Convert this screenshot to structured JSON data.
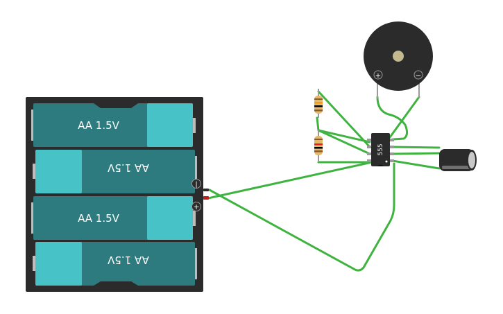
{
  "canvas": {
    "title": "Circuit workspace",
    "background": "#ffffff"
  },
  "battery_pack": {
    "cells": [
      {
        "label": "AA 1.5V",
        "orientation": "normal"
      },
      {
        "label": "AA 1.5V",
        "orientation": "flipped"
      },
      {
        "label": "AA 1.5V",
        "orientation": "normal"
      },
      {
        "label": "AA 1.5V",
        "orientation": "flipped"
      }
    ],
    "terminal_negative_symbol": "−",
    "terminal_positive_symbol": "+",
    "colors": {
      "holder": "#2b2b2b",
      "cell_body": "#2e7b7f",
      "cell_cap": "#47c2c6"
    }
  },
  "ic": {
    "label": "555",
    "color": "#2b2b2b"
  },
  "buzzer": {
    "plus_symbol": "+",
    "minus_symbol": "−",
    "color": "#2b2b2b",
    "center_color": "#c2b98e"
  },
  "resistors": [
    {
      "bands": [
        "#8b5a2b",
        "#000000",
        "#f39c12",
        "#8b5a2b"
      ]
    },
    {
      "bands": [
        "#8b5a2b",
        "#000000",
        "#e51c1c",
        "#8b5a2b"
      ]
    }
  ],
  "capacitor": {
    "color": "#2b2b2b"
  },
  "wire_color": "#3fb33f"
}
